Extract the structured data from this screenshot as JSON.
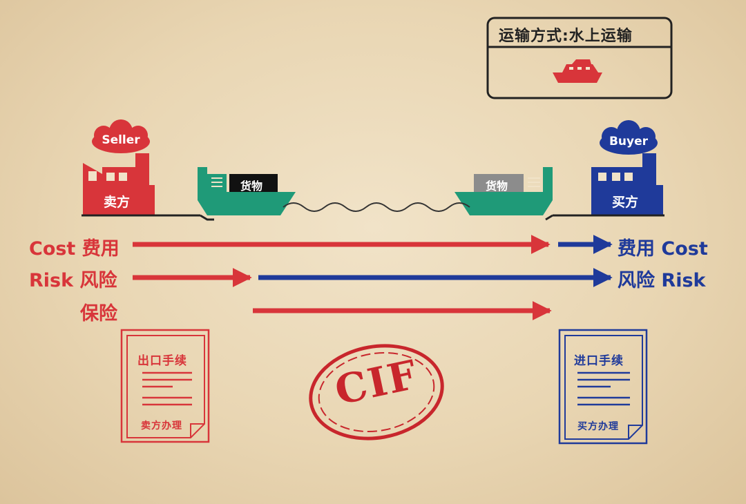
{
  "transport": {
    "title": "运输方式:水上运输",
    "icon": "ship-icon"
  },
  "seller": {
    "cloud": "Seller",
    "building": "卖方"
  },
  "buyer": {
    "cloud": "Buyer",
    "building": "买方"
  },
  "cargo": {
    "left": "货物",
    "right": "货物"
  },
  "rows": {
    "cost_left": "Cost 费用",
    "cost_right": "费用 Cost",
    "risk_left": "Risk 风险",
    "risk_right": "风险 Risk",
    "insurance": "保险"
  },
  "docs": {
    "export": {
      "title": "出口手续",
      "footer": "卖方办理"
    },
    "import": {
      "title": "进口手续",
      "footer": "买方办理"
    }
  },
  "stamp": "CIF",
  "colors": {
    "seller": "#d8353a",
    "buyer": "#1f3a9a",
    "ship": "#1f9a78"
  }
}
